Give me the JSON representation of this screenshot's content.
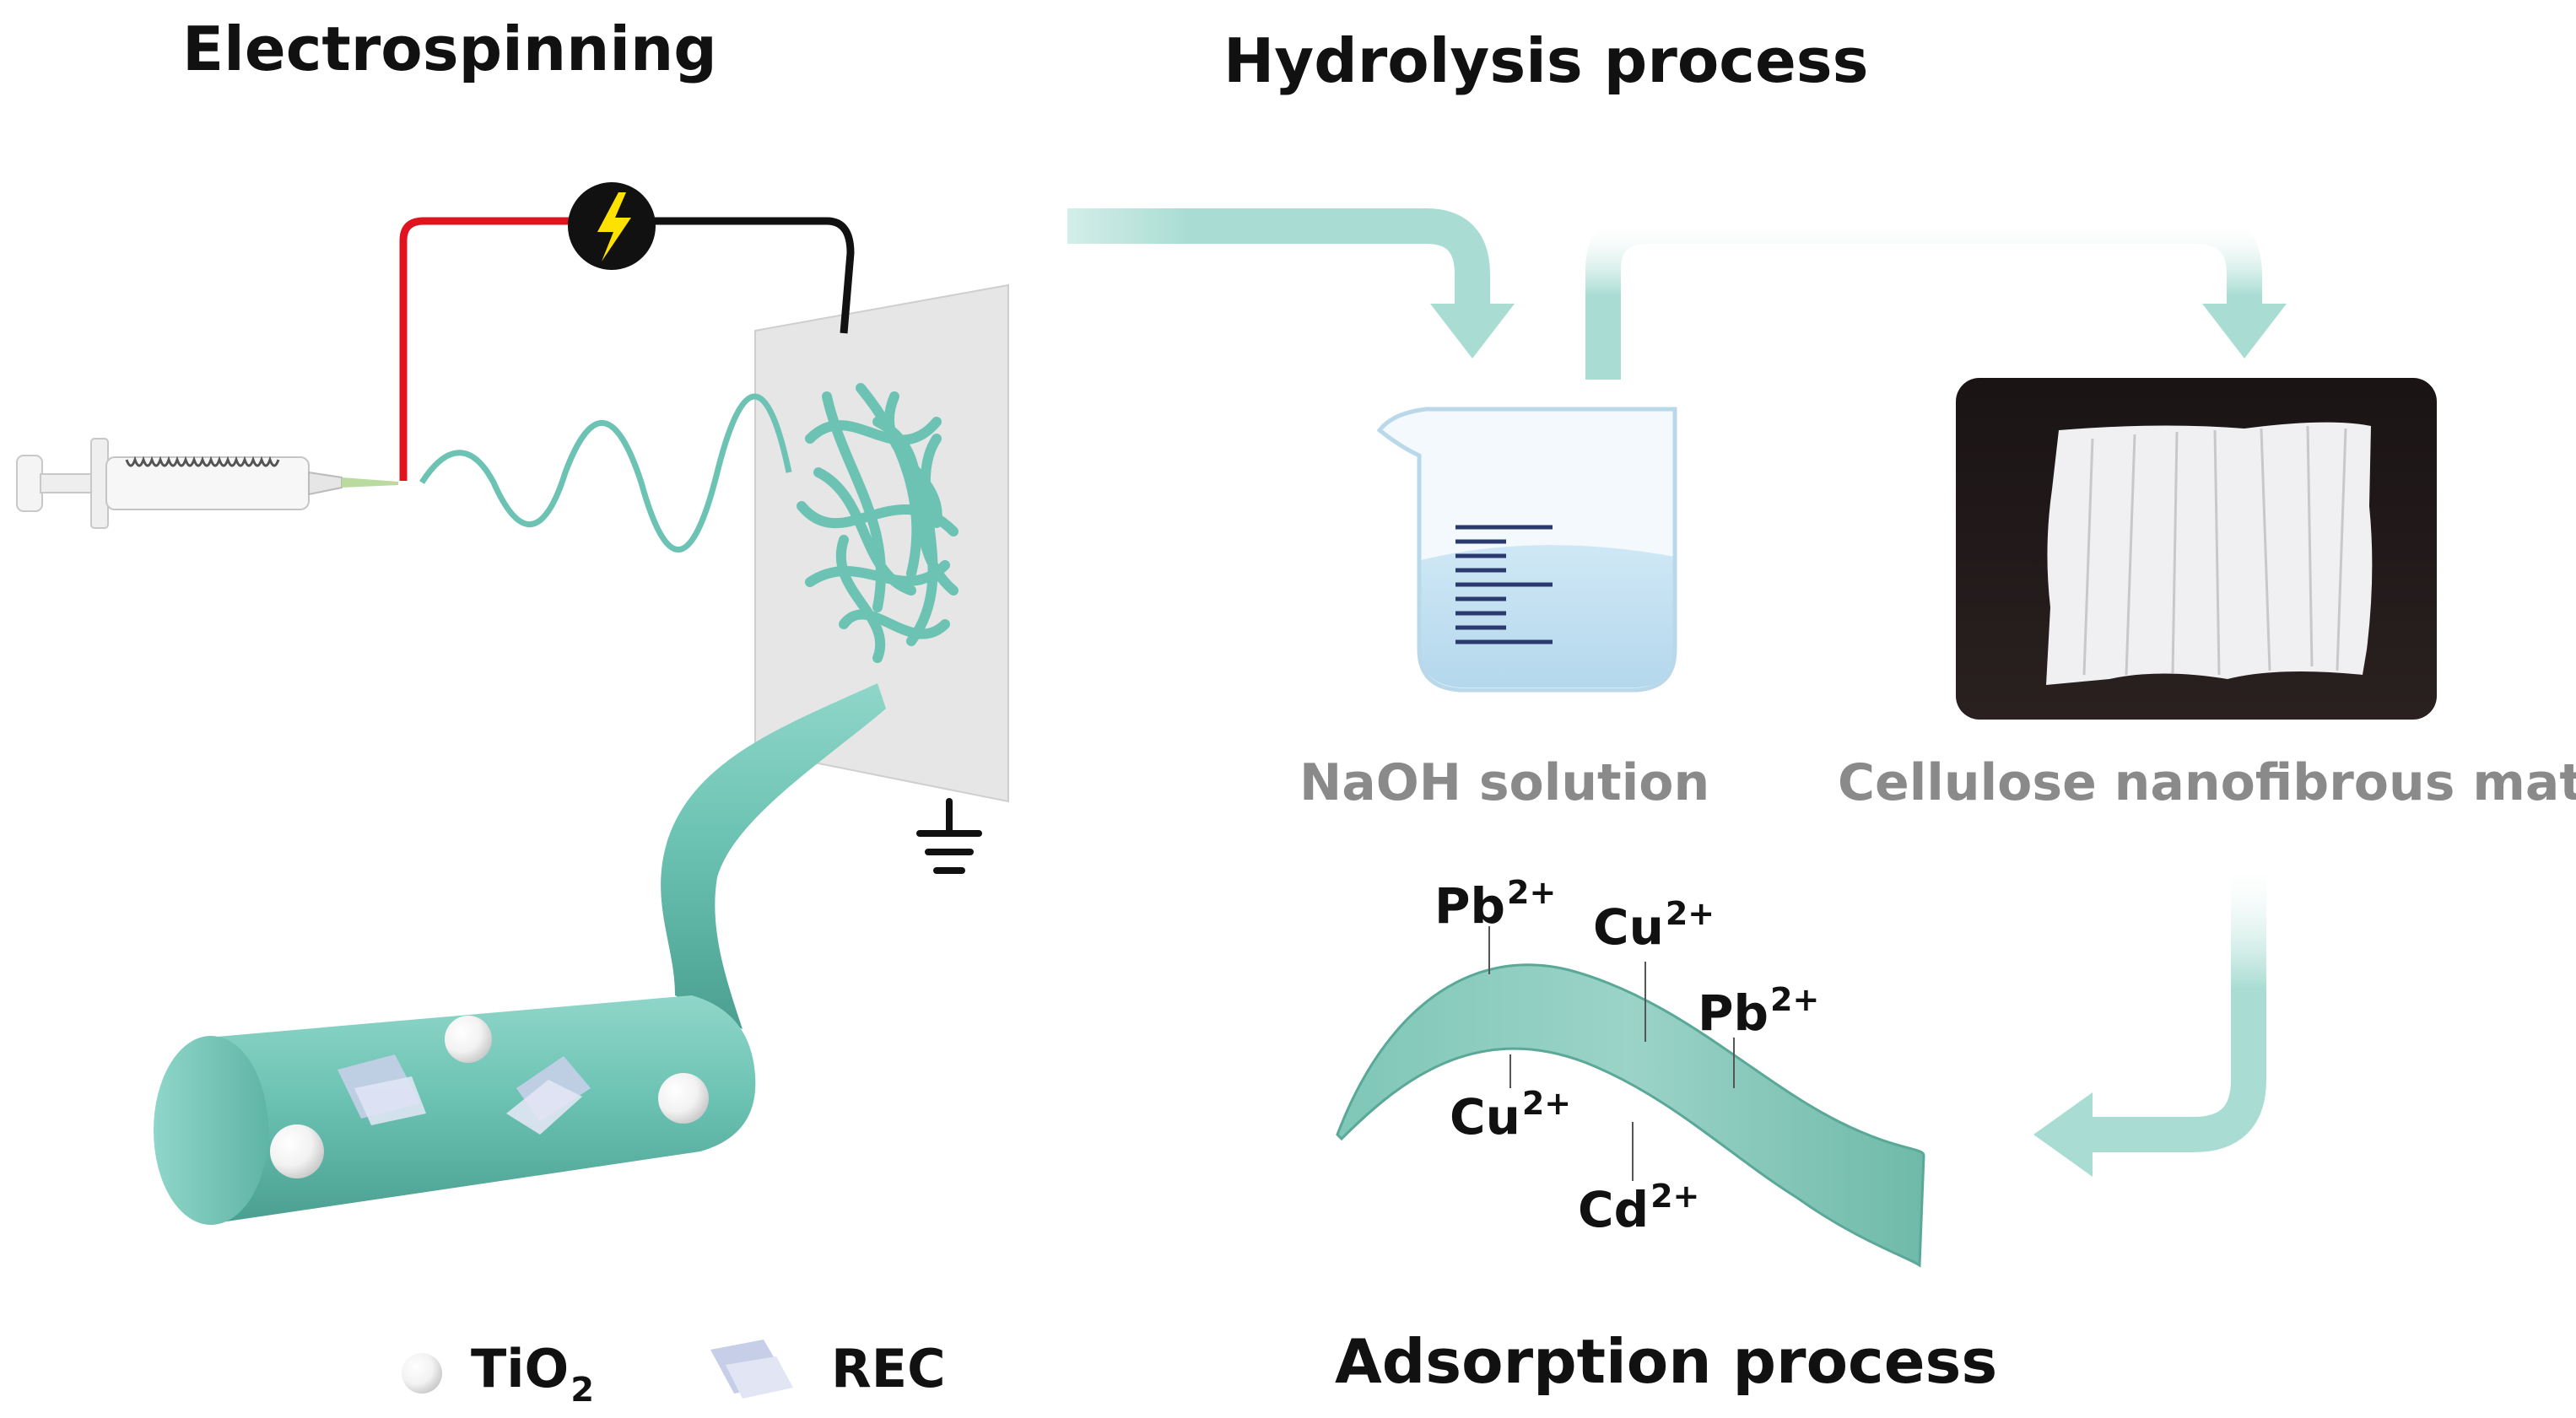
{
  "headings": {
    "electrospinning": "Electrospinning",
    "hydrolysis": "Hydrolysis process",
    "adsorption": "Adsorption process"
  },
  "captions": {
    "naoh": "NaOH solution",
    "mats": "Cellulose nanofibrous mats"
  },
  "ions": [
    {
      "symbol": "Pb",
      "charge": "2+"
    },
    {
      "symbol": "Cu",
      "charge": "2+"
    },
    {
      "symbol": "Pb",
      "charge": "2+"
    },
    {
      "symbol": "Cu",
      "charge": "2+"
    },
    {
      "symbol": "Cd",
      "charge": "2+"
    }
  ],
  "legend": {
    "tio2": {
      "base": "TiO",
      "sub": "2"
    },
    "rec": "REC"
  },
  "colors": {
    "fiber": "#6cc3b3",
    "fiber_dark": "#4aa494",
    "arrow": "#a9ddd3",
    "wire_positive": "#e0141e",
    "wire_negative": "#111111",
    "bolt": "#ffe100",
    "collector": "#e8e8e8",
    "caption": "#8a8a8a",
    "water": "#9ccbe6"
  },
  "icons": [
    "power-source-icon",
    "ground-icon",
    "syringe-icon",
    "beaker-icon"
  ]
}
